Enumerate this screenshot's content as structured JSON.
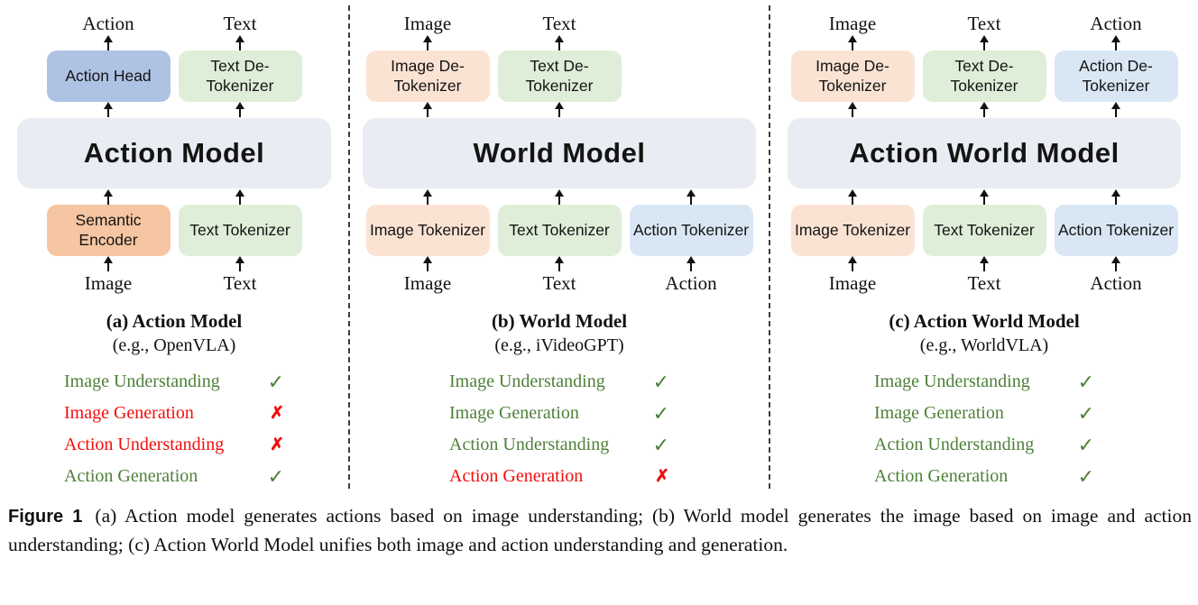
{
  "colors": {
    "box_blue_strong": "#aec3e4",
    "box_blue_light": "#d9e7f5",
    "box_orange_strong": "#f6c5a1",
    "box_orange_light": "#fbe3d3",
    "box_green": "#dfeed8",
    "box_gray": "#e9ecf2",
    "check_green": "#4e8039",
    "cross_red": "#f10d0d"
  },
  "panels": [
    {
      "model": "Action Model",
      "title": "(a) Action Model",
      "subtitle": "(e.g., OpenVLA)",
      "top": [
        {
          "io": "Action",
          "box": "Action Head"
        },
        {
          "io": "Text",
          "box": "Text De-Tokenizer"
        }
      ],
      "bottom": [
        {
          "io": "Image",
          "box": "Semantic Encoder"
        },
        {
          "io": "Text",
          "box": "Text Tokenizer"
        }
      ],
      "checklist": [
        {
          "label": "Image Understanding",
          "status": "yes",
          "mark": "✓"
        },
        {
          "label": "Image Generation",
          "status": "no",
          "mark": "✗"
        },
        {
          "label": "Action Understanding",
          "status": "no",
          "mark": "✗"
        },
        {
          "label": "Action Generation",
          "status": "yes",
          "mark": "✓"
        }
      ]
    },
    {
      "model": "World Model",
      "title": "(b) World Model",
      "subtitle": "(e.g., iVideoGPT)",
      "top": [
        {
          "io": "Image",
          "box": "Image De-Tokenizer"
        },
        {
          "io": "Text",
          "box": "Text De-Tokenizer"
        }
      ],
      "bottom": [
        {
          "io": "Image",
          "box": "Image Tokenizer"
        },
        {
          "io": "Text",
          "box": "Text Tokenizer"
        },
        {
          "io": "Action",
          "box": "Action Tokenizer"
        }
      ],
      "checklist": [
        {
          "label": "Image Understanding",
          "status": "yes",
          "mark": "✓"
        },
        {
          "label": "Image Generation",
          "status": "yes",
          "mark": "✓"
        },
        {
          "label": "Action Understanding",
          "status": "yes",
          "mark": "✓"
        },
        {
          "label": "Action Generation",
          "status": "no",
          "mark": "✗"
        }
      ]
    },
    {
      "model": "Action World Model",
      "title": "(c) Action World Model",
      "subtitle": "(e.g., WorldVLA)",
      "top": [
        {
          "io": "Image",
          "box": "Image De-Tokenizer"
        },
        {
          "io": "Text",
          "box": "Text De-Tokenizer"
        },
        {
          "io": "Action",
          "box": "Action De-Tokenizer"
        }
      ],
      "bottom": [
        {
          "io": "Image",
          "box": "Image Tokenizer"
        },
        {
          "io": "Text",
          "box": "Text Tokenizer"
        },
        {
          "io": "Action",
          "box": "Action Tokenizer"
        }
      ],
      "checklist": [
        {
          "label": "Image Understanding",
          "status": "yes",
          "mark": "✓"
        },
        {
          "label": "Image Generation",
          "status": "yes",
          "mark": "✓"
        },
        {
          "label": "Action Understanding",
          "status": "yes",
          "mark": "✓"
        },
        {
          "label": "Action Generation",
          "status": "yes",
          "mark": "✓"
        }
      ]
    }
  ],
  "caption": {
    "tag": "Figure 1",
    "text": "(a) Action model generates actions based on image understanding; (b) World model generates the image based on image and action understanding; (c) Action World Model unifies both image and action understanding and generation."
  }
}
